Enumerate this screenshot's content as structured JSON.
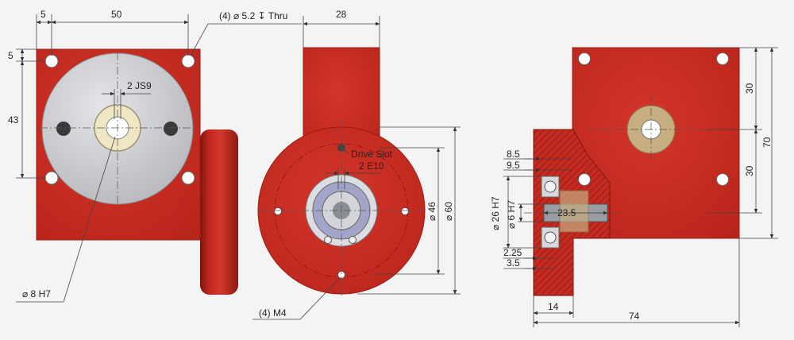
{
  "colors": {
    "background": "#f4f4f4",
    "body_red": "#c8281e",
    "body_red_dark": "#8e1a12",
    "disc_grey": "#c9cbd0",
    "bearing_cream": "#efe6c3",
    "bronze": "#c7ad82",
    "dimension_line": "#444444"
  },
  "front_view": {
    "dim_top_5": "5",
    "dim_top_50": "50",
    "dim_left_5": "5",
    "dim_left_43": "43",
    "holes_label": "(4) ⌀ 5.2 ↧ Thru",
    "keyway_label": "2 JS9",
    "bore_label": "⌀ 8 H7"
  },
  "side_view": {
    "dim_top_28": "28",
    "drive_slot_label": "Drive Slot",
    "drive_slot_tol": "2 E10",
    "dia_46": "⌀ 46",
    "dia_60": "⌀ 60",
    "tapped_holes_label": "(4) M4"
  },
  "section_view": {
    "dim_8_5": "8.5",
    "dim_9_5": "9.5",
    "dia_26": "⌀ 26 H7",
    "dia_6": "⌀ 6 H7",
    "dim_23_5": "23.5",
    "dim_2_25": "2.25",
    "dim_3_5": "3.5",
    "dim_14": "14",
    "dim_74": "74",
    "dim_30_top": "30",
    "dim_30_bottom": "30",
    "dim_70": "70"
  }
}
